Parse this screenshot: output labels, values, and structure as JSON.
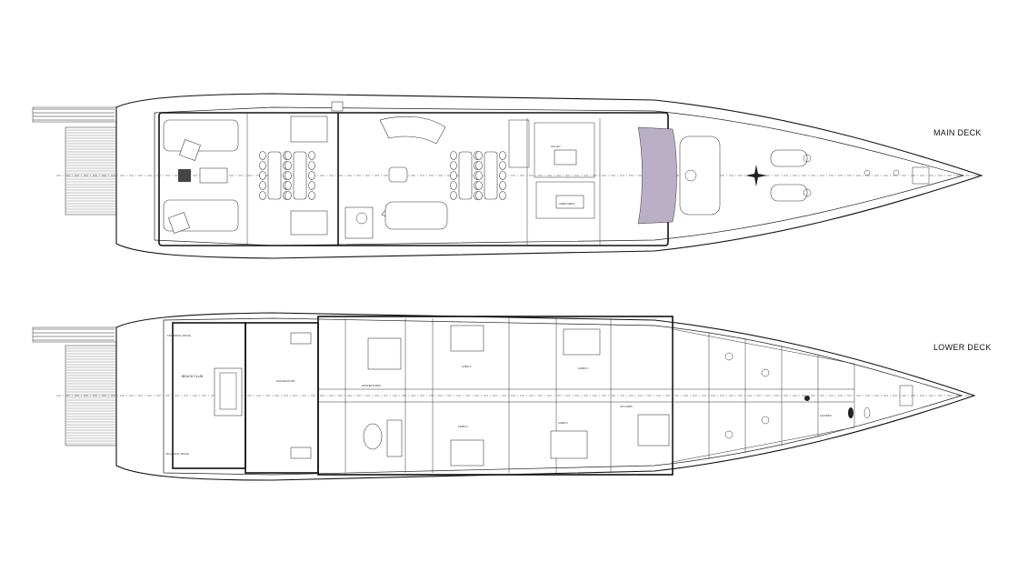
{
  "decks": [
    {
      "id": "main",
      "title": "MAIN DECK"
    },
    {
      "id": "lower",
      "title": "LOWER DECK"
    }
  ],
  "main_deck_rooms": {
    "galley": "GALLEY",
    "crew_mess": "CREW MESS"
  },
  "lower_deck_rooms": {
    "beach_club": "BEACH CLUB",
    "engine_room": "ENGINE ROOM",
    "technical_space_upper": "TECHNICAL SPACE",
    "technical_space_lower": "TECHNICAL SPACE",
    "master_kabin": "MASTER KABIN",
    "kabin2": "KABIN 2",
    "kabin3": "KABIN 3",
    "kabin4": "KABIN 4",
    "kabin5": "KABIN 5",
    "vip_kabin": "VIP KABIN",
    "laundry": "LAUNDRY"
  },
  "colors": {
    "line": "#111111",
    "deck_fill": "#fafafa",
    "shade": "#b9b0c7"
  }
}
